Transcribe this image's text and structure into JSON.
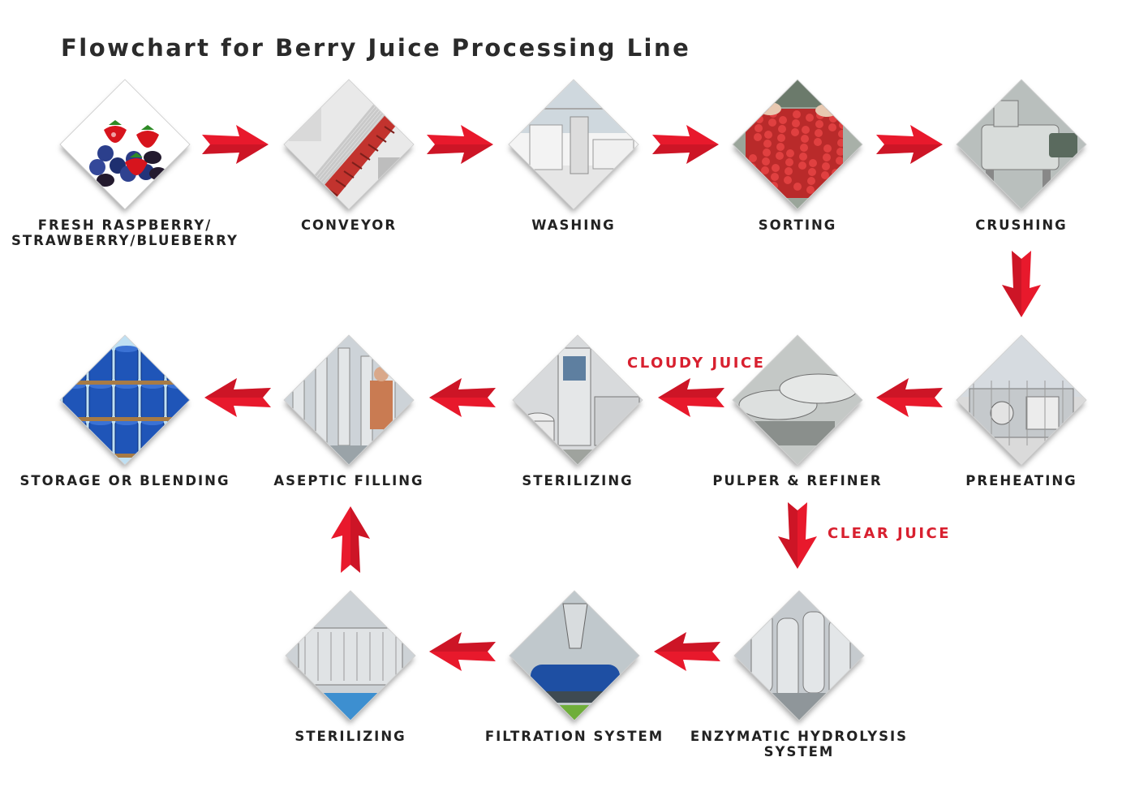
{
  "title": "Flowchart for Berry Juice Processing Line",
  "colors": {
    "arrow": "#e8192c",
    "arrow_dark": "#9b0f1c",
    "branch_label": "#d8202f",
    "text": "#222222"
  },
  "nodes": [
    {
      "id": "n1",
      "label": "FRESH RASPBERRY/\nSTRAWBERRY/BLUEBERRY",
      "pic": "berries"
    },
    {
      "id": "n2",
      "label": "CONVEYOR",
      "pic": "conveyor"
    },
    {
      "id": "n3",
      "label": "WASHING",
      "pic": "washing"
    },
    {
      "id": "n4",
      "label": "SORTING",
      "pic": "sorting"
    },
    {
      "id": "n5",
      "label": "CRUSHING",
      "pic": "crushing"
    },
    {
      "id": "n6",
      "label": "PREHEATING",
      "pic": "preheating"
    },
    {
      "id": "n7",
      "label": "PULPER & REFINER",
      "pic": "pulper"
    },
    {
      "id": "n8",
      "label": "STERILIZING",
      "pic": "sterilizer-a"
    },
    {
      "id": "n9",
      "label": "ASEPTIC FILLING",
      "pic": "filling"
    },
    {
      "id": "n10",
      "label": "STORAGE OR BLENDING",
      "pic": "drums"
    },
    {
      "id": "n11",
      "label": "ENZYMATIC HYDROLYSIS\nSYSTEM",
      "pic": "enzymatic"
    },
    {
      "id": "n12",
      "label": "FILTRATION SYSTEM",
      "pic": "filtration"
    },
    {
      "id": "n13",
      "label": "STERILIZING",
      "pic": "sterilizer-b"
    }
  ],
  "edges": [
    {
      "from": "n1",
      "to": "n2",
      "dir": "right"
    },
    {
      "from": "n2",
      "to": "n3",
      "dir": "right"
    },
    {
      "from": "n3",
      "to": "n4",
      "dir": "right"
    },
    {
      "from": "n4",
      "to": "n5",
      "dir": "right"
    },
    {
      "from": "n5",
      "to": "n6",
      "dir": "down"
    },
    {
      "from": "n6",
      "to": "n7",
      "dir": "left"
    },
    {
      "from": "n7",
      "to": "n8",
      "dir": "left",
      "label": "CLOUDY JUICE"
    },
    {
      "from": "n8",
      "to": "n9",
      "dir": "left"
    },
    {
      "from": "n9",
      "to": "n10",
      "dir": "left"
    },
    {
      "from": "n7",
      "to": "n11",
      "dir": "down",
      "label": "CLEAR JUICE"
    },
    {
      "from": "n11",
      "to": "n12",
      "dir": "left"
    },
    {
      "from": "n12",
      "to": "n13",
      "dir": "left"
    },
    {
      "from": "n13",
      "to": "n9",
      "dir": "up"
    }
  ]
}
